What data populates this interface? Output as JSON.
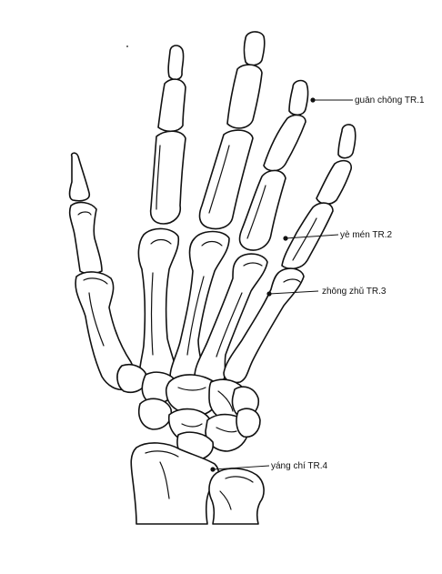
{
  "points": [
    {
      "id": "tr1",
      "label": "guān chōng TR.1"
    },
    {
      "id": "tr2",
      "label": "yè mén TR.2"
    },
    {
      "id": "tr3",
      "label": "zhōng zhǔ TR.3"
    },
    {
      "id": "tr4",
      "label": "yáng chí TR.4"
    }
  ],
  "colors": {
    "ink": "#111111",
    "background": "#ffffff"
  }
}
